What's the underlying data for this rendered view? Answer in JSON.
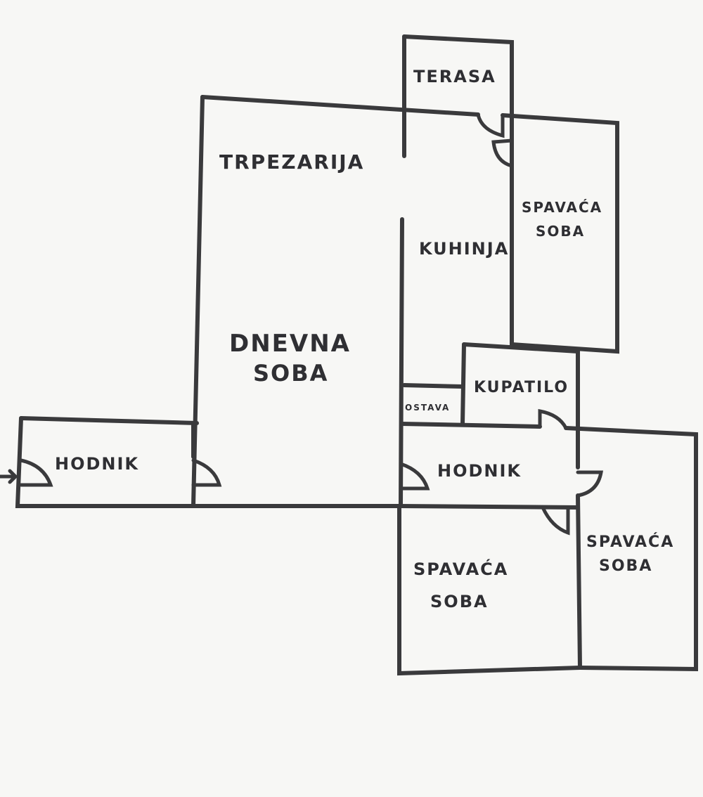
{
  "plan": {
    "colors": {
      "ink": "#3a3a3c",
      "paper": "#f7f7f5"
    },
    "rooms": {
      "terasa": "TERASA",
      "trpezarija": "TRPEZARIJA",
      "kuhinja": "KUHINJA",
      "spavaca_top_1": "SPAVAĆA",
      "spavaca_top_2": "SOBA",
      "dnevna_1": "DNEVNA",
      "dnevna_2": "SOBA",
      "kupatilo": "KUPATILO",
      "ostava": "OSTAVA",
      "hodnik_left": "HODNIK",
      "hodnik_mid": "HODNIK",
      "spavaca_bottom_1": "SPAVAĆA",
      "spavaca_bottom_2": "SOBA",
      "spavaca_right_1": "SPAVAĆA",
      "spavaca_right_2": "SOBA"
    },
    "entrance_icon": "arrow-right-icon"
  }
}
